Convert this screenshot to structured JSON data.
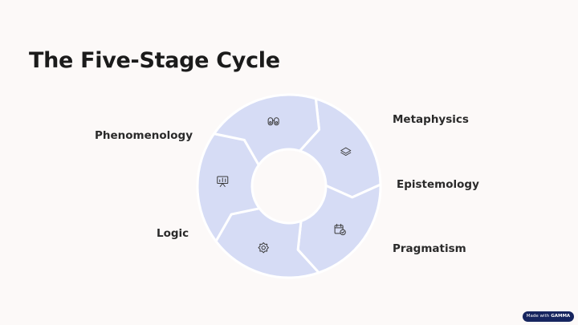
{
  "slide": {
    "title": "The Five-Stage Cycle"
  },
  "colors": {
    "background": "#fcf9f8",
    "segment_fill": "#d6dcf5",
    "segment_stroke": "#ffffff",
    "icon": "#3a3a3a",
    "badge": "#16255f"
  },
  "stages": [
    {
      "label": "Metaphysics",
      "icon": "layers-icon"
    },
    {
      "label": "Epistemology",
      "icon": "calendar-check-icon"
    },
    {
      "label": "Pragmatism",
      "icon": "gear-icon"
    },
    {
      "label": "Logic",
      "icon": "presentation-chart-icon"
    },
    {
      "label": "Phenomenology",
      "icon": "binoculars-icon"
    }
  ],
  "badge": {
    "prefix": "Made with",
    "brand": "GAMMA"
  }
}
